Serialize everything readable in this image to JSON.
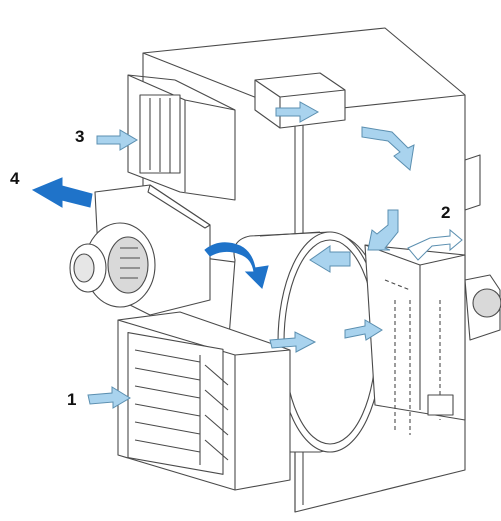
{
  "labels": {
    "one": "1",
    "two": "2",
    "three": "3",
    "four": "4"
  },
  "colors": {
    "line": "#4a4a4a",
    "intake_arrow": "#a9d3ee",
    "intake_arrow_edge": "#5b8fb0",
    "exhaust_arrow": "#1f73c9",
    "wheel_fill": "#d9d9d9"
  }
}
